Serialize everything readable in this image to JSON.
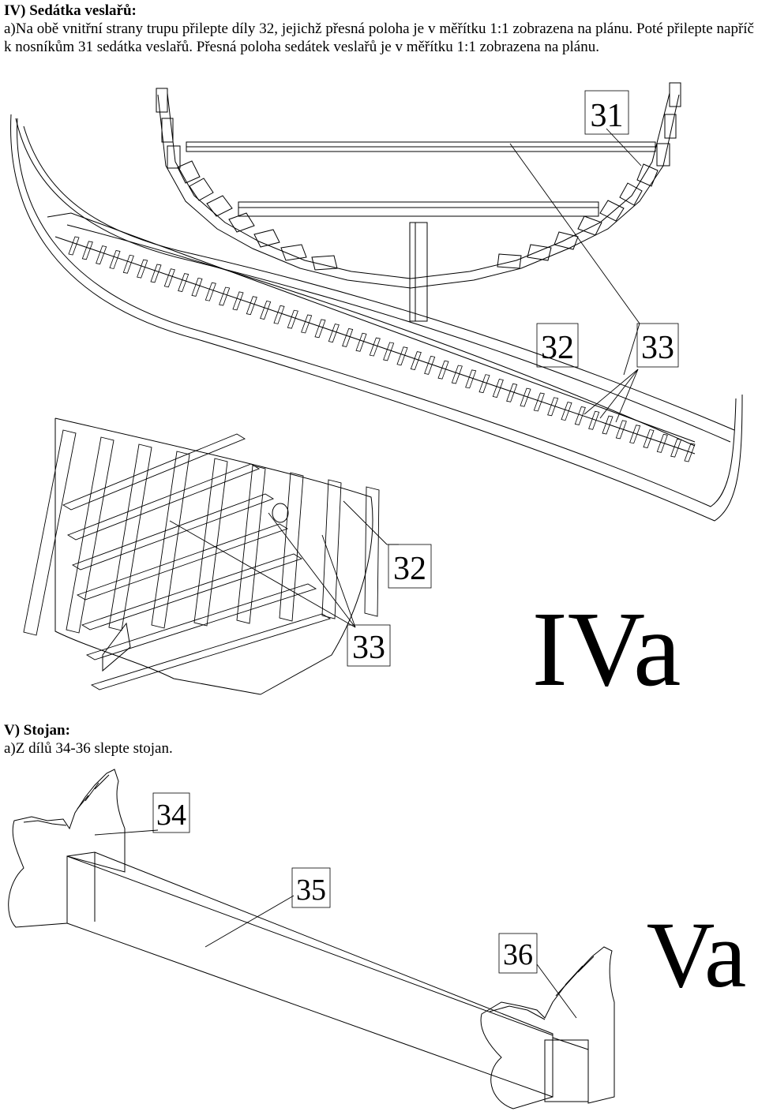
{
  "section4": {
    "heading": "IV) Sedátka veslařů:",
    "text": "a)Na obě vnitřní strany trupu přilepte díly 32, jejichž přesná poloha je v měřítku 1:1 zobrazena na plánu. Poté přilepte napříč k nosníkům 31 sedátka veslařů. Přesná poloha sedátek veslařů je v měřítku 1:1 zobrazena na plánu."
  },
  "section5": {
    "heading": "V) Stojan:",
    "text": "a)Z dílů 34-36 slepte stojan."
  },
  "labels": {
    "part31": "31",
    "part32_top": "32",
    "part33_top": "33",
    "part32_detail": "32",
    "part33_detail": "33",
    "part34": "34",
    "part35": "35",
    "part36": "36"
  },
  "figures": {
    "fig4a": "IVa",
    "fig5a": "Va"
  }
}
